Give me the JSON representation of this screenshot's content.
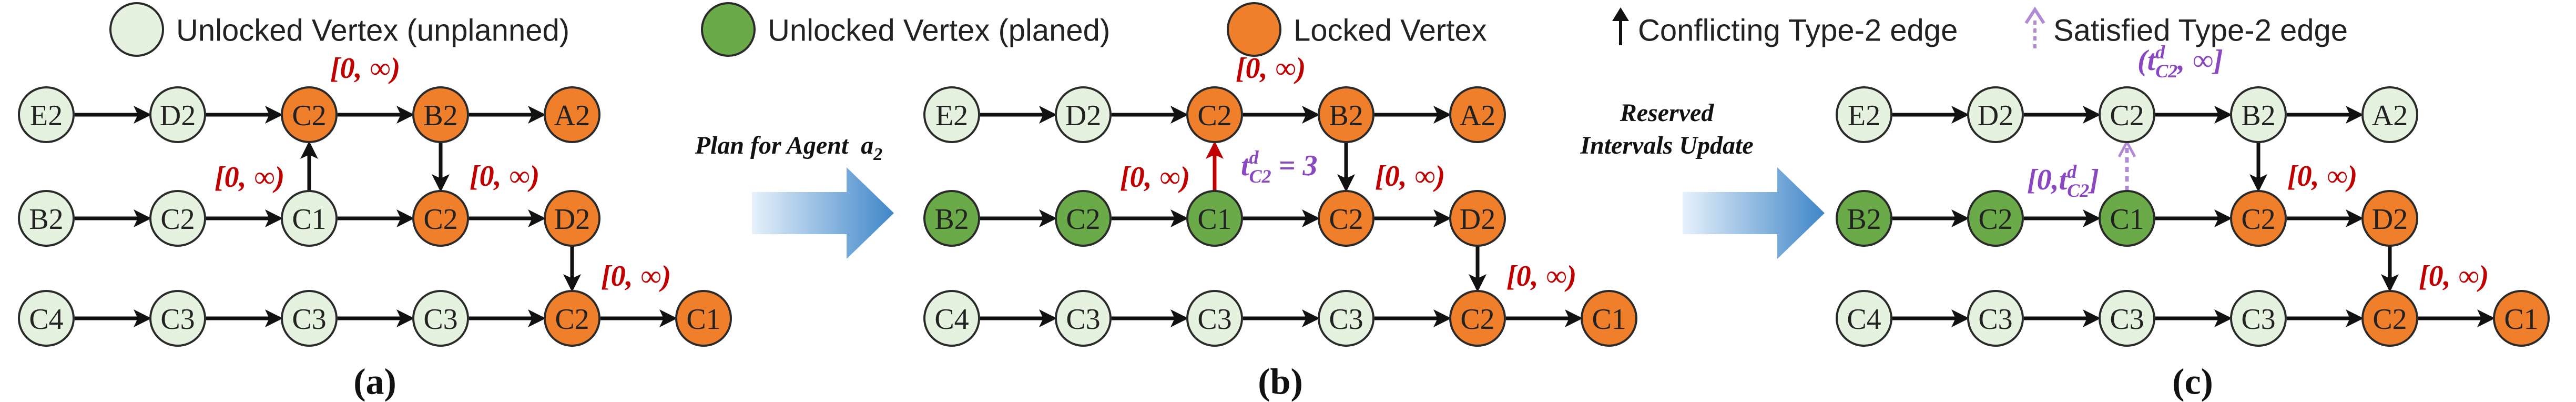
{
  "colors": {
    "unplanned": "#e6f2e0",
    "planned": "#6aaa48",
    "locked": "#f07f2c",
    "stroke": "#2a2a2a",
    "red": "#c00000",
    "purple": "#8a47c2"
  },
  "legend": {
    "unplanned_label": "Unlocked Vertex (unplanned)",
    "planned_label": "Unlocked Vertex (planed)",
    "locked_label": "Locked Vertex",
    "conflicting_label": "Conflicting Type-2 edge",
    "satisfied_label": "Satisfied Type-2 edge"
  },
  "steps": {
    "plan_label": "Plan for Agent",
    "plan_agent": "a",
    "plan_agent_sub": "2",
    "reserve_line1": "Reserved",
    "reserve_line2": "Intervals Update"
  },
  "panels": [
    {
      "id": "a",
      "caption": "(a)",
      "rows": [
        {
          "vertices": [
            {
              "label": "E2",
              "state": "unplanned"
            },
            {
              "label": "D2",
              "state": "unplanned"
            },
            {
              "label": "C2",
              "state": "locked"
            },
            {
              "label": "B2",
              "state": "locked"
            },
            {
              "label": "A2",
              "state": "locked"
            }
          ]
        },
        {
          "vertices": [
            {
              "label": "B2",
              "state": "unplanned"
            },
            {
              "label": "C2",
              "state": "unplanned"
            },
            {
              "label": "C1",
              "state": "unplanned"
            },
            {
              "label": "C2",
              "state": "locked"
            },
            {
              "label": "D2",
              "state": "locked"
            }
          ]
        },
        {
          "vertices": [
            {
              "label": "C4",
              "state": "unplanned"
            },
            {
              "label": "C3",
              "state": "unplanned"
            },
            {
              "label": "C3",
              "state": "unplanned"
            },
            {
              "label": "C3",
              "state": "unplanned"
            },
            {
              "label": "C2",
              "state": "locked"
            },
            {
              "label": "C1",
              "state": "locked"
            }
          ]
        }
      ],
      "intervals": [
        "[0, ∞)",
        "[0, ∞)",
        "[0, ∞)",
        "[0, ∞)"
      ]
    },
    {
      "id": "b",
      "caption": "(b)",
      "rows": [
        {
          "vertices": [
            {
              "label": "E2",
              "state": "unplanned"
            },
            {
              "label": "D2",
              "state": "unplanned"
            },
            {
              "label": "C2",
              "state": "locked"
            },
            {
              "label": "B2",
              "state": "locked"
            },
            {
              "label": "A2",
              "state": "locked"
            }
          ]
        },
        {
          "vertices": [
            {
              "label": "B2",
              "state": "planned"
            },
            {
              "label": "C2",
              "state": "planned"
            },
            {
              "label": "C1",
              "state": "planned"
            },
            {
              "label": "C2",
              "state": "locked"
            },
            {
              "label": "D2",
              "state": "locked"
            }
          ]
        },
        {
          "vertices": [
            {
              "label": "C4",
              "state": "unplanned"
            },
            {
              "label": "C3",
              "state": "unplanned"
            },
            {
              "label": "C3",
              "state": "unplanned"
            },
            {
              "label": "C3",
              "state": "unplanned"
            },
            {
              "label": "C2",
              "state": "locked"
            },
            {
              "label": "C1",
              "state": "locked"
            }
          ]
        }
      ],
      "intervals": [
        "[0, ∞)",
        "[0, ∞)",
        "[0, ∞)",
        "[0, ∞)"
      ],
      "annotation": {
        "base": "t",
        "sup": "d",
        "sub": "C2",
        "tail": " = 3"
      }
    },
    {
      "id": "c",
      "caption": "(c)",
      "rows": [
        {
          "vertices": [
            {
              "label": "E2",
              "state": "unplanned"
            },
            {
              "label": "D2",
              "state": "unplanned"
            },
            {
              "label": "C2",
              "state": "unplanned"
            },
            {
              "label": "B2",
              "state": "unplanned"
            },
            {
              "label": "A2",
              "state": "unplanned"
            }
          ]
        },
        {
          "vertices": [
            {
              "label": "B2",
              "state": "planned"
            },
            {
              "label": "C2",
              "state": "planned"
            },
            {
              "label": "C1",
              "state": "planned"
            },
            {
              "label": "C2",
              "state": "locked"
            },
            {
              "label": "D2",
              "state": "locked"
            }
          ]
        },
        {
          "vertices": [
            {
              "label": "C4",
              "state": "unplanned"
            },
            {
              "label": "C3",
              "state": "unplanned"
            },
            {
              "label": "C3",
              "state": "unplanned"
            },
            {
              "label": "C3",
              "state": "unplanned"
            },
            {
              "label": "C2",
              "state": "locked"
            },
            {
              "label": "C1",
              "state": "locked"
            }
          ]
        }
      ],
      "intervals": [
        "[0, ∞)",
        "[0, ∞)"
      ],
      "interval_top": {
        "open": "(",
        "base": "t",
        "sup": "d",
        "sub": "C2",
        "close": ", ∞]"
      },
      "interval_mid": {
        "open": "[0,",
        "base": "t",
        "sup": "d",
        "sub": "C2",
        "close": "]"
      }
    }
  ]
}
